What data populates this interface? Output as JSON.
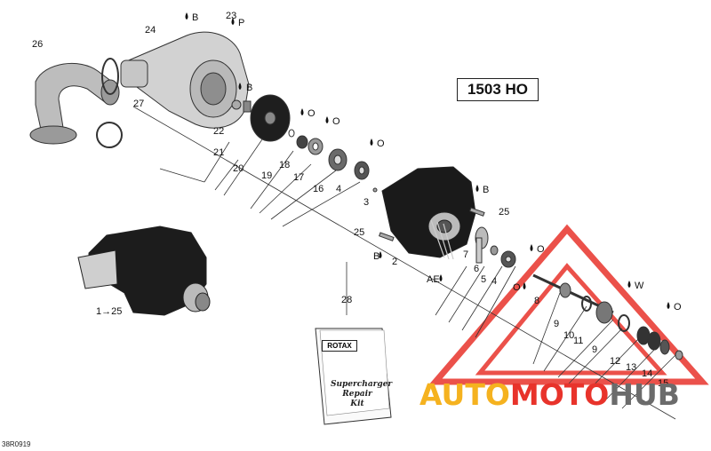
{
  "model": "1503 HO",
  "figure_ref": "38R0919",
  "watermark": {
    "part1": "AUTO",
    "part2": "MOTO",
    "part3": "HUB"
  },
  "kit": {
    "brand": "ROTAX",
    "line1": "Supercharger",
    "line2": "Repair",
    "line3": "Kit"
  },
  "callouts": {
    "c26": "26",
    "c24": "24",
    "c23": "23",
    "c27": "27",
    "c22": "22",
    "c21": "21",
    "c20": "20",
    "c19": "19",
    "c18": "18",
    "c17": "17",
    "c16": "16",
    "c4a": "4",
    "c3": "3",
    "c25a": "25",
    "c25b": "25",
    "c2": "2",
    "c7": "7",
    "c6": "6",
    "c5": "5",
    "c4b": "4",
    "c8": "8",
    "c9a": "9",
    "c10": "10",
    "c11": "11",
    "c9b": "9",
    "c12": "12",
    "c13": "13",
    "c14": "14",
    "c15": "15",
    "c28": "28",
    "c1to25": "1→25"
  },
  "fluid_marks": {
    "b1": "B",
    "p": "P",
    "b2": "B",
    "o1": "O",
    "o2": "O",
    "o3": "O",
    "b3": "B",
    "b4": "B",
    "ae": "AE",
    "o4": "O",
    "o5": "O",
    "w": "W",
    "o6": "O"
  },
  "colors": {
    "accent_red": "#e8332b",
    "accent_yellow": "#f5b21f",
    "watermark_gray": "#6b6b6b"
  }
}
